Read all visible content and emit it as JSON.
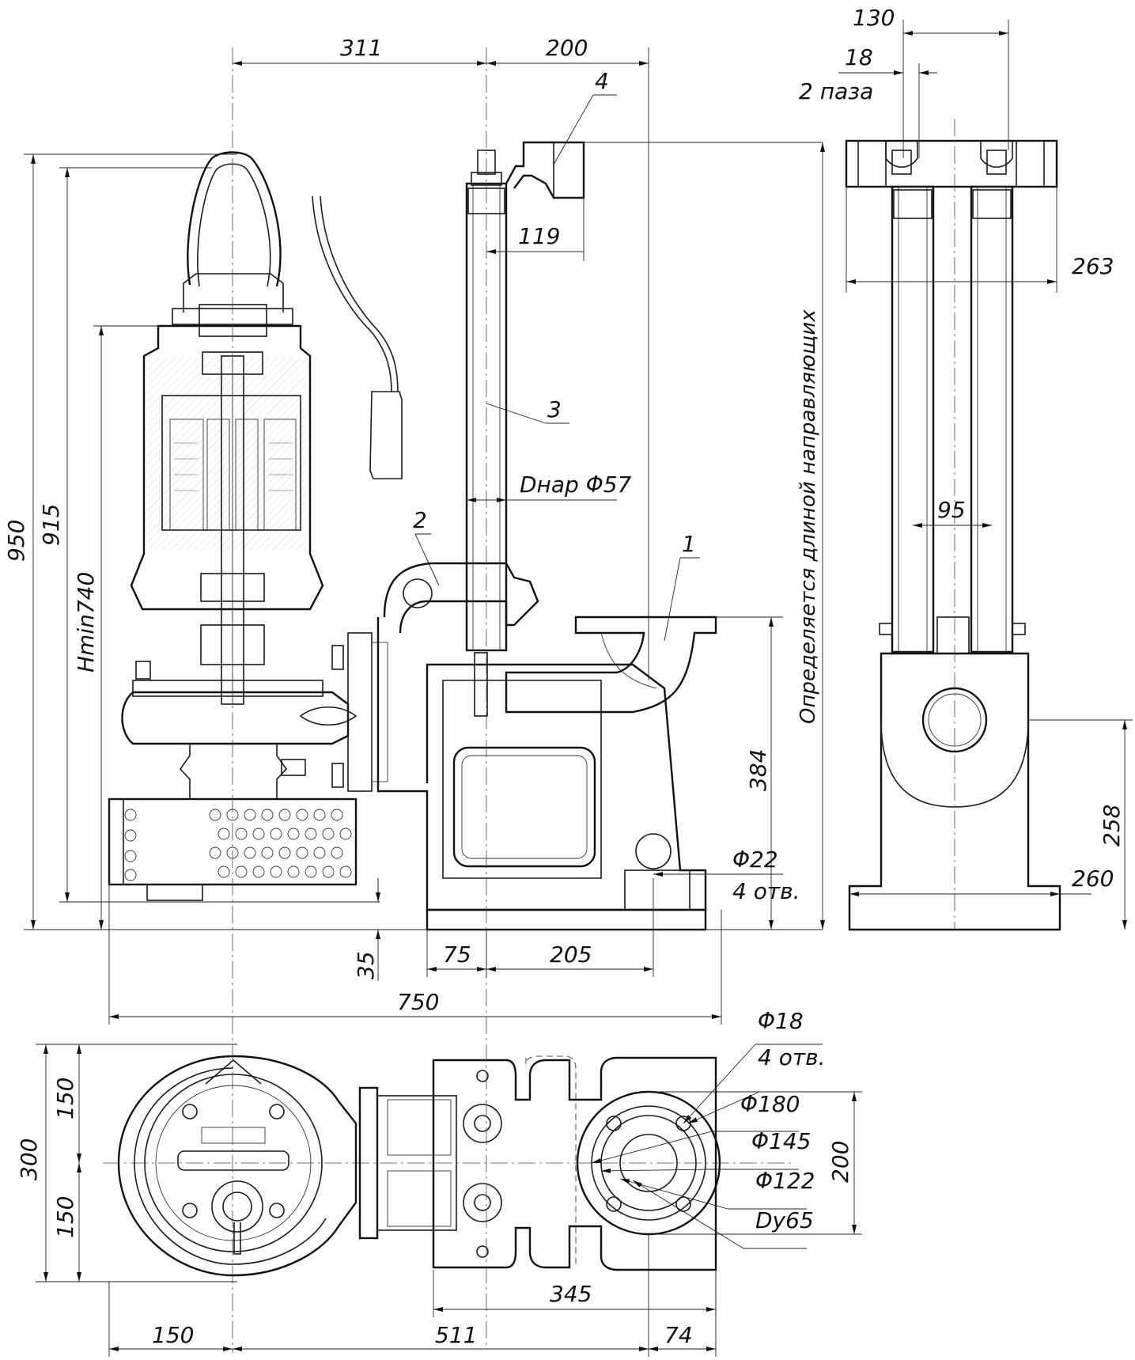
{
  "front_view": {
    "dims": {
      "d311": "311",
      "d200_top": "200",
      "d119": "119",
      "d950": "950",
      "d915": "915",
      "hmin": "Hmin740",
      "dnar": "Dнар Φ57",
      "d384": "384",
      "d22": "Φ22",
      "holes_4a": "4 отв.",
      "d35": "35",
      "d75": "75",
      "d205": "205",
      "d750": "750"
    },
    "note": "Определяется длиной направляющих",
    "callouts": {
      "c1": "1",
      "c2": "2",
      "c3": "3",
      "c4": "4"
    }
  },
  "side_view": {
    "dims": {
      "d130": "130",
      "d18": "18",
      "slots": "2 паза",
      "d263": "263",
      "d95": "95",
      "d258": "258",
      "d260": "260"
    }
  },
  "plan_view": {
    "dims": {
      "d18h": "Φ18",
      "holes_4b": "4 отв.",
      "d180": "Φ180",
      "d145": "Φ145",
      "d122": "Φ122",
      "dy65": "Dy65",
      "d200_plan": "200",
      "d300": "300",
      "d150a": "150",
      "d150b": "150",
      "d345": "345",
      "d150c": "150",
      "d511": "511",
      "d74": "74"
    }
  },
  "icons": {
    "arrowhead": "dimension-arrow-icon"
  },
  "colors": {
    "ink": "#111111",
    "paper": "#ffffff"
  }
}
